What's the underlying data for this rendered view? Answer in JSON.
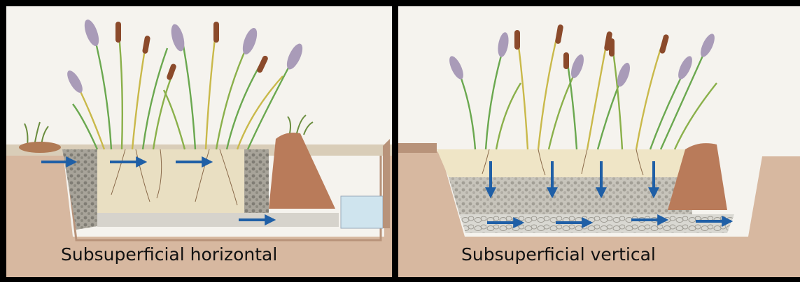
{
  "panels": [
    {
      "caption": "Subsuperficial horizontal",
      "flow": "horizontal"
    },
    {
      "caption": "Subsuperficial vertical",
      "flow": "vertical"
    }
  ],
  "colors": {
    "background": "#f5f3ee",
    "frame": "#000000",
    "arrow": "#1f5fa6",
    "soil": "#c9a48a",
    "gravel": "#9c9a92",
    "fill_sand": "#e6dcbc",
    "berm": "#b97b5a",
    "water": "#cfe4ee",
    "leaf_green": "#6aa84f",
    "leaf_yellow": "#c9b94a",
    "cattail": "#8b4a2b",
    "plume": "#a99bb8"
  },
  "icons": [
    "flow-arrow-icon",
    "reed-plant-icon",
    "cattail-plant-icon"
  ]
}
